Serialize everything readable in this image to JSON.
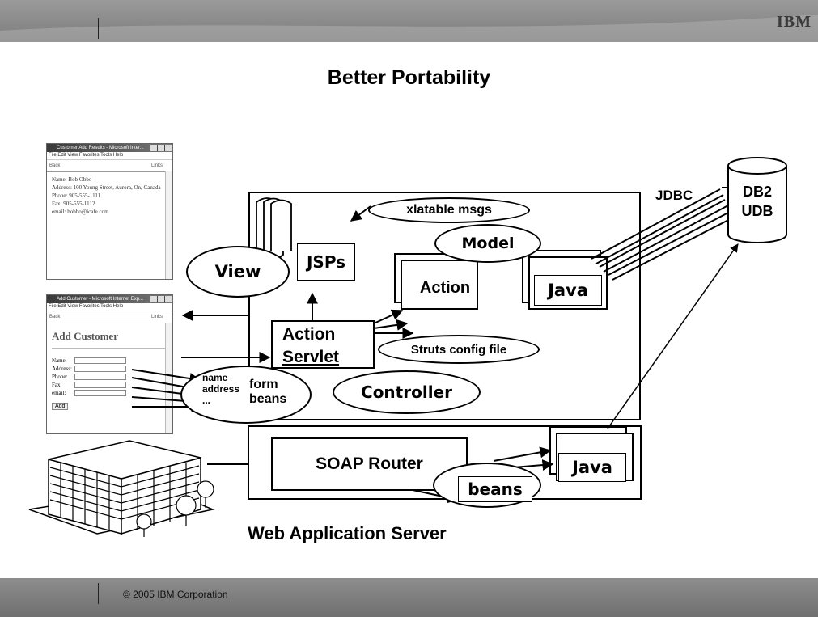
{
  "header": {
    "logo": "IBM"
  },
  "slide": {
    "title": "Better Portability"
  },
  "footer": {
    "copyright": "© 2005 IBM Corporation"
  },
  "diagram": {
    "view": "View",
    "jsps": "JSPs",
    "xlatable": "xlatable msgs",
    "model": "Model",
    "action": "Action",
    "java1": "Java",
    "action_servlet_line1": "Action",
    "action_servlet_line2": "Servlet",
    "struts": "Struts config file",
    "controller": "Controller",
    "form_beans_fields": [
      "name",
      "address",
      "..."
    ],
    "form_beans_line1": "form",
    "form_beans_line2": "beans",
    "jdbc": "JDBC",
    "db_line1": "DB2",
    "db_line2": "UDB",
    "soap": "SOAP Router",
    "beans": "beans",
    "java2": "Java",
    "was": "Web Application Server"
  },
  "browser1": {
    "title": "Customer Add Results - Microsoft Inter...",
    "menu": "File  Edit  View  Favorites  Tools  Help",
    "nav_back": "Back",
    "nav_links": "Links",
    "rows": [
      {
        "label": "Name:",
        "value": "Bob Obbo"
      },
      {
        "label": "Address:",
        "value": "100 Young Street, Aurora, On, Canada"
      },
      {
        "label": "Phone:",
        "value": "905-555-1111"
      },
      {
        "label": "Fax:",
        "value": "905-555-1112"
      },
      {
        "label": "email:",
        "value": "bobbo@icafe.com"
      }
    ]
  },
  "browser2": {
    "title": "Add Customer - Microsoft Internet Exp...",
    "menu": "File  Edit  View  Favorites  Tools  Help",
    "nav_back": "Back",
    "nav_links": "Links",
    "heading": "Add Customer",
    "fields": [
      "Name:",
      "Address:",
      "Phone:",
      "Fax:",
      "email:"
    ],
    "add_button": "Add"
  }
}
